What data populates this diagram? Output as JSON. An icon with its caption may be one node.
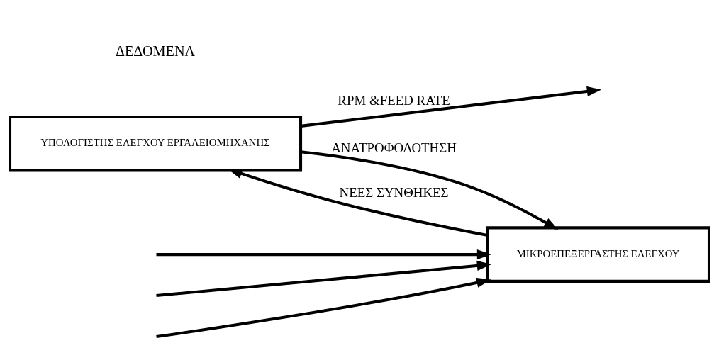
{
  "diagram": {
    "nodes": [
      {
        "text": [
          "ΥΠΟΛΟΓΙΣΤΗΣ ΕΛΕΓΧΟΥ ΕΡΓΑΛΕΙΟΜΗΧΑΝΗΣ"
        ]
      },
      {
        "text": [
          "ΜΙΚΡΟΕΠΕΞΕΡΓΑΣΤΗΣ ΕΛΕΓΧΟΥ"
        ]
      }
    ],
    "edges": [
      {
        "from": 0,
        "to": null,
        "arrow": "to",
        "label": "RPM &FEED RATE"
      },
      {
        "from": 1,
        "to": 0,
        "arrow": "to",
        "label": "ΝΕΕΣ ΣΥΝΘΗΚΕΣ"
      },
      {
        "from": 0,
        "to": 1,
        "arrow": "to",
        "label": "ΑΝΑΤΡΟΦΟΔΟΤΗΣΗ"
      },
      {
        "from": null,
        "to": 1,
        "arrow": "to"
      },
      {
        "from": null,
        "to": 1,
        "arrow": "to"
      },
      {
        "from": null,
        "to": 1,
        "arrow": "to"
      }
    ],
    "labels": [
      "ΔΕΔΟΜΕΝΑ"
    ]
  }
}
